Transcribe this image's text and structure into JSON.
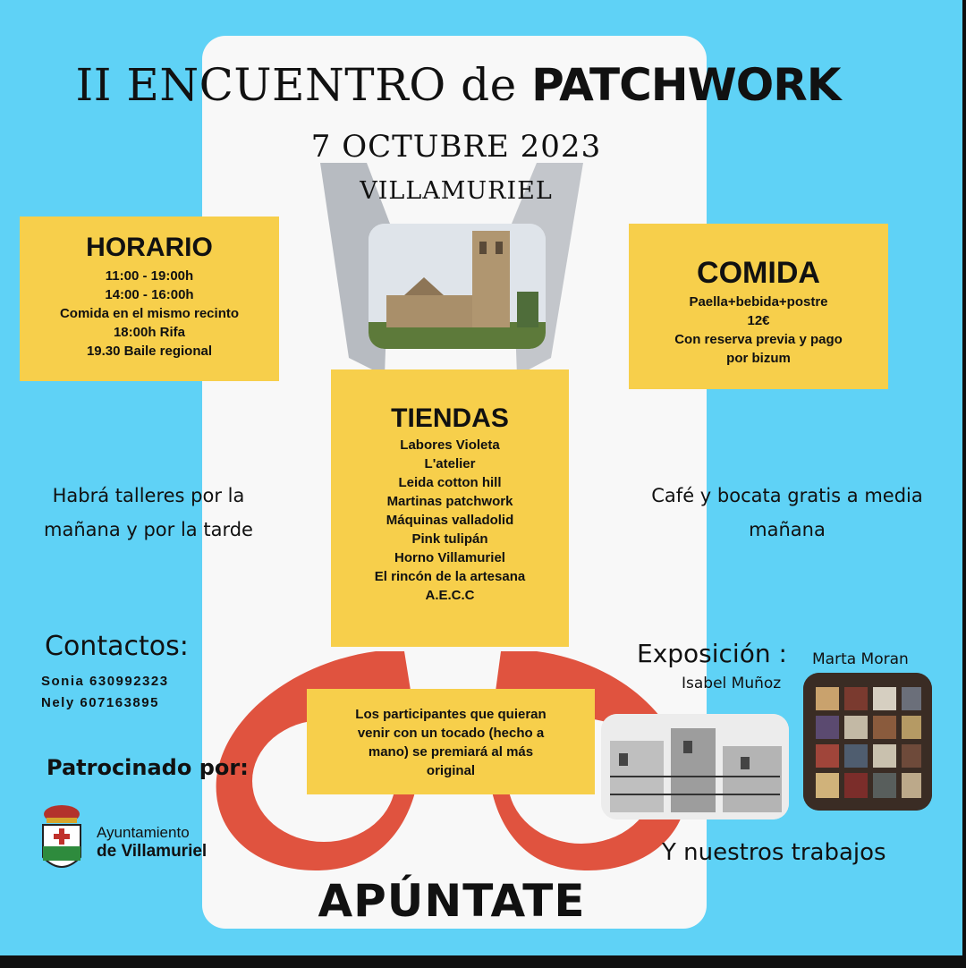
{
  "poster": {
    "title_prefix": "II ENCUENTRO de",
    "title_bold": "PATCHWORK",
    "date": "7 OCTUBRE 2023",
    "place": "VILLAMURIEL"
  },
  "horario": {
    "heading": "HORARIO",
    "lines": [
      "11:00 - 19:00h",
      "14:00 - 16:00h",
      "Comida en el mismo recinto",
      "18:00h Rifa",
      "19.30 Baile regional"
    ]
  },
  "comida": {
    "heading": "COMIDA",
    "lines": [
      "Paella+bebida+postre",
      "12€",
      "Con reserva previa y pago",
      "por bizum"
    ]
  },
  "tiendas": {
    "heading": "TIENDAS",
    "lines": [
      "Labores Violeta",
      "L'atelier",
      "Leida cotton hill",
      "Martinas patchwork",
      "Máquinas valladolid",
      "Pink tulipán",
      "Horno Villamuriel",
      "El rincón de la artesana",
      "A.E.C.C"
    ]
  },
  "talleres": {
    "line1": "Habrá talleres por la",
    "line2": "mañana y por la tarde"
  },
  "cafe": {
    "line1": "Café y bocata gratis a media",
    "line2": "mañana"
  },
  "contactos": {
    "heading": "Contactos:",
    "line1": "Sonia 630992323",
    "line2": "Nely 607163895"
  },
  "tocado": {
    "lines": [
      "Los participantes que quieran",
      "venir con un tocado (hecho a",
      "mano) se premiará al más",
      "original"
    ]
  },
  "exposicion": {
    "heading": "Exposición :",
    "name1": "Marta Moran",
    "name2": "Isabel Muñoz",
    "footer": "Y nuestros trabajos"
  },
  "patrocinio": {
    "heading": "Patrocinado por:",
    "line1": "Ayuntamiento",
    "line2": "de Villamuriel"
  },
  "cta": "APÚNTATE",
  "colors": {
    "background": "#5fd2f6",
    "box": "#f7cf4b",
    "scissors_handle": "#e0533f",
    "scissors_blade": "#b8bcc2"
  },
  "icons": {
    "crest": "coat-of-arms-icon"
  }
}
